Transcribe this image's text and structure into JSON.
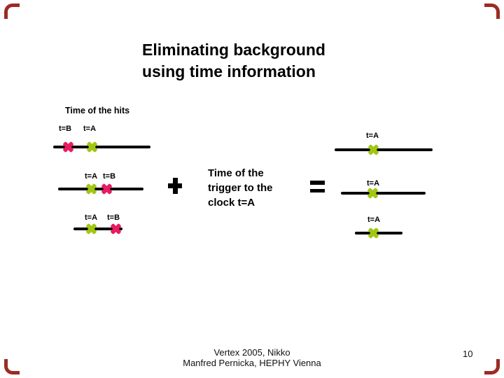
{
  "title": {
    "line1": "Eliminating background",
    "line2": "using time information"
  },
  "left_panel": {
    "heading": "Time of the hits",
    "rows": [
      {
        "labels": [
          "t=B",
          "t=A"
        ],
        "markers": [
          "pink-x",
          "green-x"
        ]
      },
      {
        "labels": [
          "t=A",
          "t=B"
        ],
        "markers": [
          "green-x",
          "pink-x"
        ]
      },
      {
        "labels": [
          "t=A",
          "t=B"
        ],
        "markers": [
          "green-x",
          "pink-x"
        ]
      }
    ]
  },
  "equation": {
    "plus_symbol": "+",
    "description": [
      "Time of the",
      "trigger to the",
      "clock t=A"
    ],
    "equals_symbol": "="
  },
  "right_panel": {
    "rows": [
      {
        "label": "t=A",
        "marker": "green-x"
      },
      {
        "label": "t=A",
        "marker": "green-x"
      },
      {
        "label": "t=A",
        "marker": "green-x"
      }
    ]
  },
  "footer": {
    "credit_line1": "Vertex 2005, Nikko",
    "credit_line2": "Manfred Pernicka, HEPHY Vienna",
    "page_number": "10"
  },
  "colors": {
    "marker_pink": "#EA1A63",
    "marker_green": "#A2C614",
    "timeline_black": "#000000",
    "corner_red": "#9B2B24"
  }
}
